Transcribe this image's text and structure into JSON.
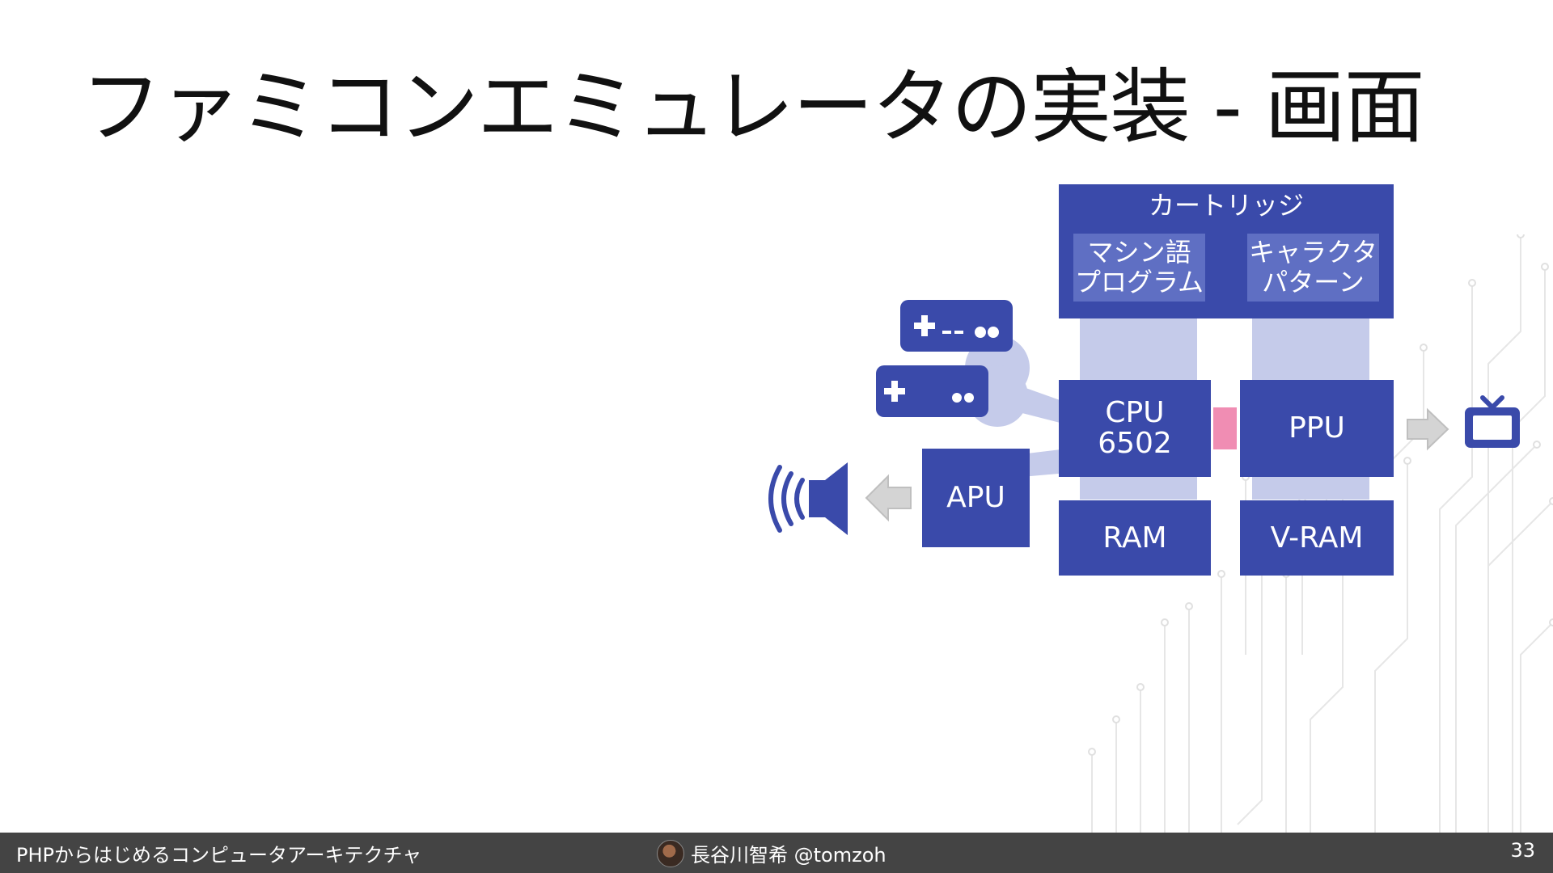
{
  "slide": {
    "title": "ファミコンエミュレータの実装 - 画面"
  },
  "diagram": {
    "cartridge": {
      "label": "カートリッジ",
      "program_line1": "マシン語",
      "program_line2": "プログラム",
      "pattern_line1": "キャラクタ",
      "pattern_line2": "パターン"
    },
    "cpu_line1": "CPU",
    "cpu_line2": "6502",
    "ppu": "PPU",
    "apu": "APU",
    "ram": "RAM",
    "vram": "V-RAM",
    "icons": [
      "controller-icon",
      "controller-icon",
      "speaker-icon",
      "tv-icon",
      "arrow-left-icon",
      "arrow-right-icon"
    ],
    "colors": {
      "block": "#3a4aaa",
      "sub_block": "#5f6fc3",
      "bus": "#c5cbea",
      "cpu_ppu_link": "#f08db3",
      "arrow": "#d4d4d4"
    }
  },
  "footer": {
    "left": "PHPからはじめるコンピュータアーキテクチャ",
    "center": "長谷川智希 @tomzoh",
    "page": "33"
  }
}
